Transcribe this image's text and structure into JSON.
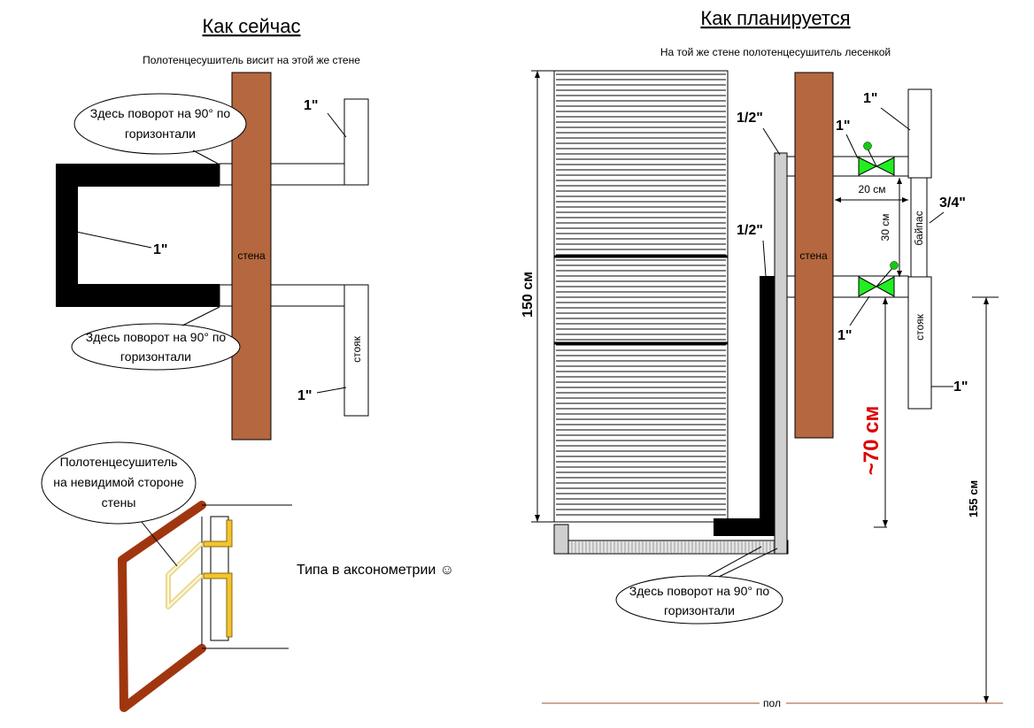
{
  "left": {
    "title": "Как сейчас",
    "subtitle": "Полотенцесушитель висит на этой же стене",
    "wall_label": "стена",
    "riser_label": "стояк",
    "callout_top_line1": "Здесь поворот на 90° по",
    "callout_top_line2": "горизонтали",
    "callout_bottom_line1": "Здесь поворот на 90° по",
    "callout_bottom_line2": "горизонтали",
    "pipe_top": "1\"",
    "pipe_mid": "1\"",
    "pipe_bottom": "1\""
  },
  "axon": {
    "callout_line1": "Полотенцесушитель",
    "callout_line2": "на невидимой стороне",
    "callout_line3": "стены",
    "caption": "Типа в аксонометрии ☺"
  },
  "right": {
    "title": "Как планируется",
    "subtitle": "На той же стене полотенцесушитель лесенкой",
    "wall_label": "стена",
    "riser_label": "стояк",
    "bypass_label": "байпас",
    "pipe_half_top": "1/2\"",
    "pipe_half_mid": "1/2\"",
    "pipe_1_a": "1\"",
    "pipe_1_b": "1\"",
    "pipe_1_c": "1\"",
    "pipe_1_d": "1\"",
    "pipe_3_4": "3/4\"",
    "dim_20": "20 см",
    "dim_30": "30 см",
    "dim_150": "150 см",
    "dim_70": "~70 см",
    "dim_155": "155 см",
    "callout_line1": "Здесь поворот на 90° по",
    "callout_line2": "горизонтали",
    "floor_label": "пол"
  },
  "colors": {
    "wall": "#b5673f",
    "valve": "#22ee22",
    "handle": "#11cc11",
    "accent_red": "#dd0000",
    "axon_wall": "#a0360f",
    "axon_pipe": "#f2c431",
    "towel_axon": "#f3e6b0",
    "riser_grey": "#cfcfcf"
  }
}
